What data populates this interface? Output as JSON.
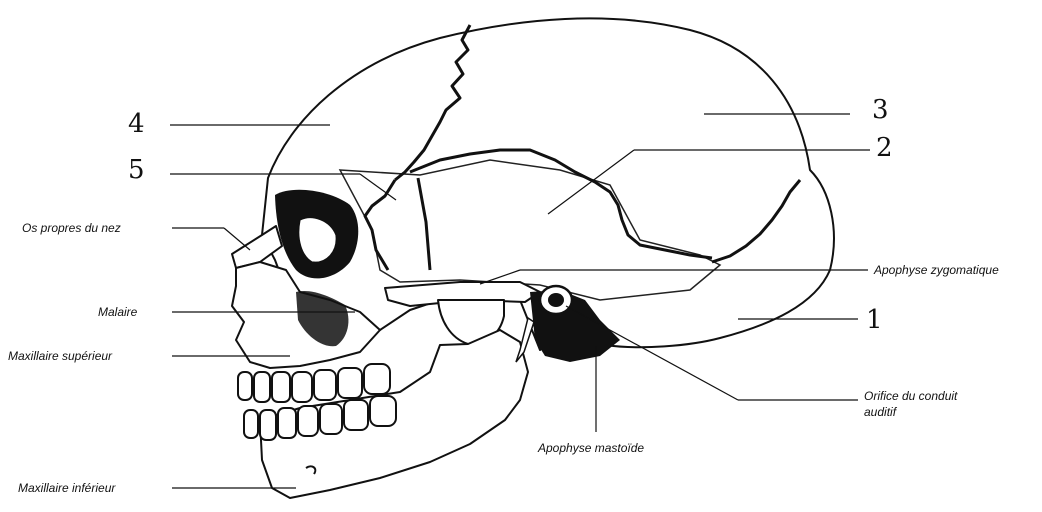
{
  "labels": {
    "os_propres_du_nez": "Os propres du nez",
    "malaire": "Malaire",
    "maxillaire_superieur": "Maxillaire supérieur",
    "maxillaire_inferieur": "Maxillaire inférieur",
    "apophyse_zygomatique": "Apophyse zygomatique",
    "orifice_line1": "Orifice du conduit",
    "orifice_line2": "auditif",
    "apophyse_mastoide": "Apophyse mastoïde"
  },
  "numbers": {
    "n4": "4",
    "n5": "5",
    "n3": "3",
    "n2": "2",
    "n1": "1"
  }
}
